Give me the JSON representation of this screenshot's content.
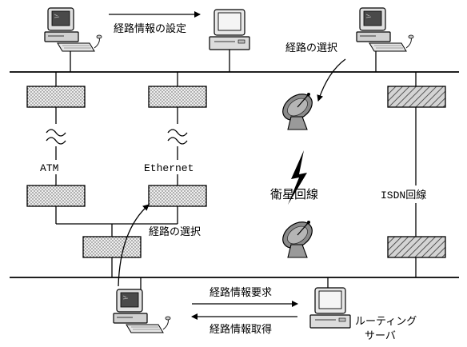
{
  "labels": {
    "routing_info_setting": "経路情報の設定",
    "route_selection_top": "経路の選択",
    "atm": "ATM",
    "ethernet": "Ethernet",
    "satellite_line": "衛星回線",
    "isdn_line": "ISDN回線",
    "route_selection_mid": "経路の選択",
    "routing_info_request": "経路情報要求",
    "routing_info_acquire": "経路情報取得",
    "routing_server_line1": "ルーティング",
    "routing_server_line2": "サーバ"
  },
  "colors": {
    "line": "#000000",
    "router_fill": "#e6e6e6",
    "computer_body": "#d8d8d8",
    "computer_screen": "#4a4a4a",
    "server_body": "#e2e2e2"
  },
  "icons": {
    "computer": "desktop-computer-icon",
    "router_dotted": "router-dotted-icon",
    "router_hatched": "router-hatched-icon",
    "satellite_dish": "satellite-dish-icon",
    "wave_break": "wave-break-icon",
    "lightning": "lightning-link-icon"
  }
}
